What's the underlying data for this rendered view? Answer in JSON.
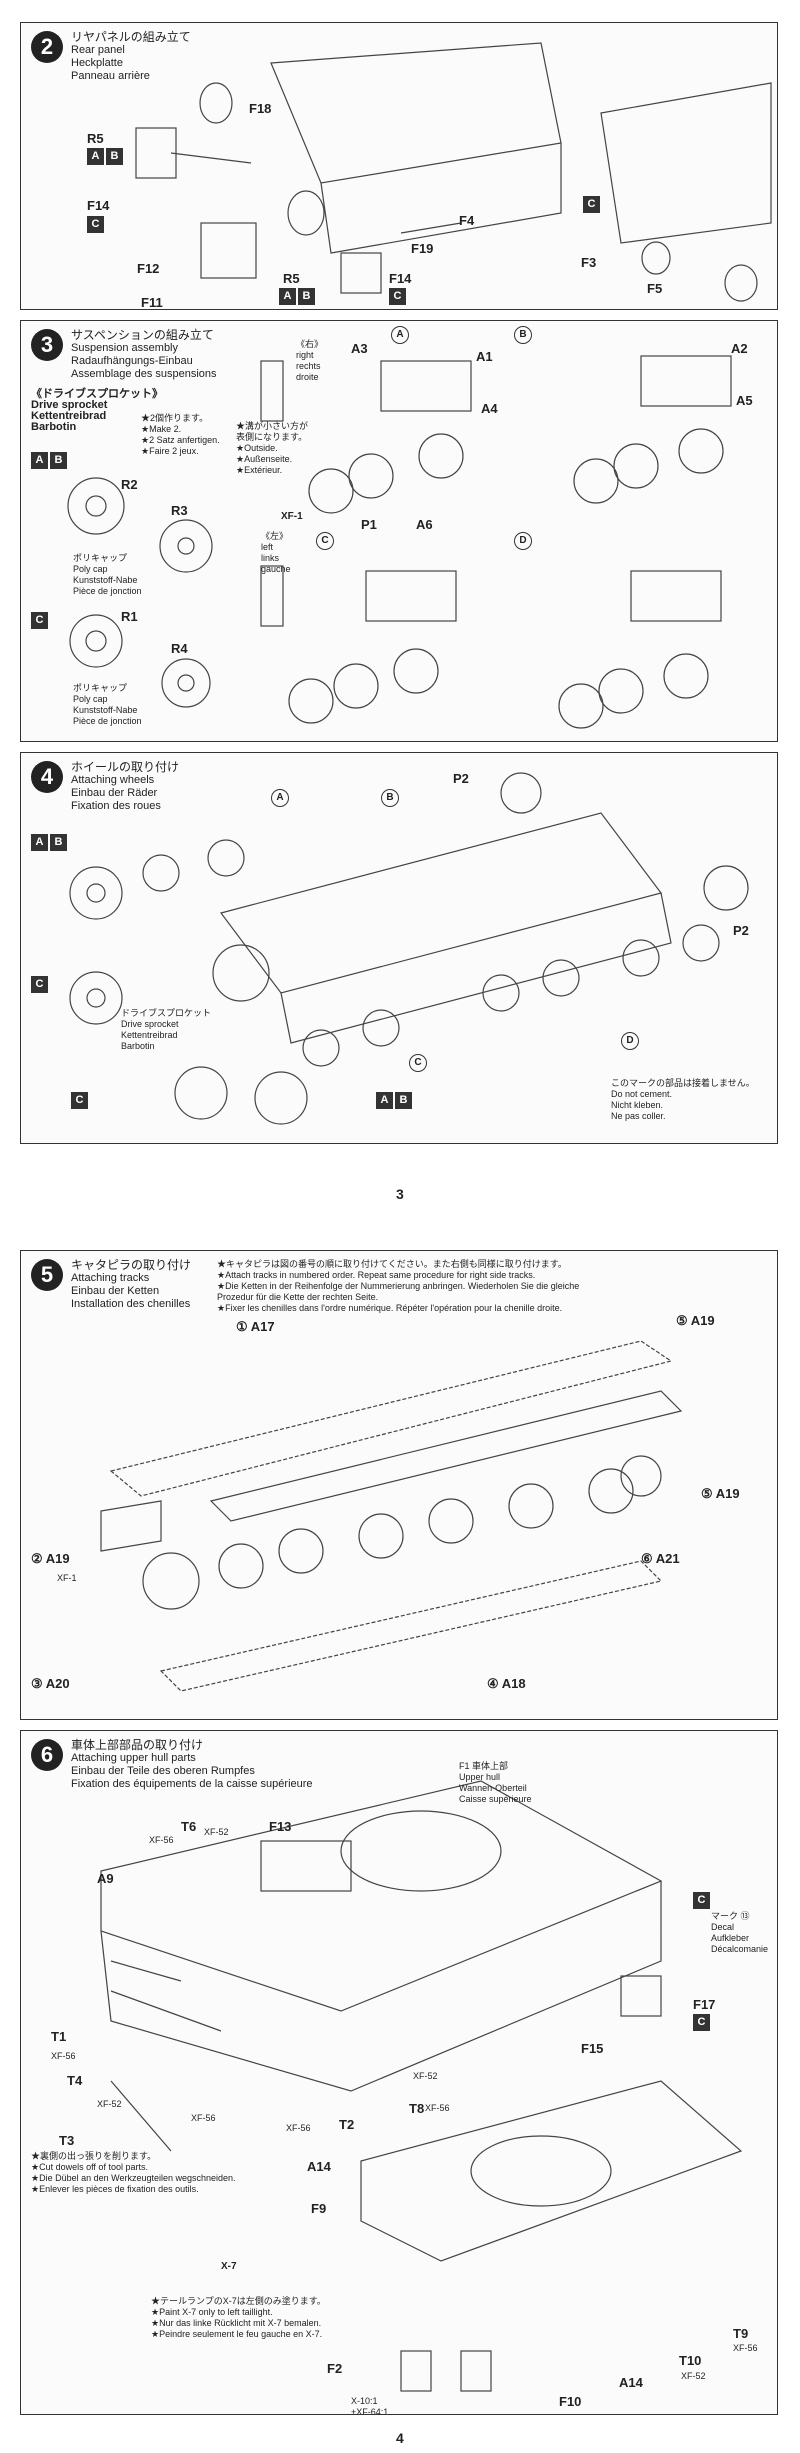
{
  "step2": {
    "num": "2",
    "jp": "リヤパネルの組み立て",
    "en": "Rear panel",
    "de": "Heckplatte",
    "fr": "Panneau arrière",
    "parts": [
      "R5",
      "F18",
      "F14",
      "F12",
      "F11",
      "R5",
      "F14",
      "F19",
      "F4",
      "F3",
      "F5"
    ],
    "boxes": {
      "ab1": [
        "A",
        "B"
      ],
      "c1": [
        "C"
      ],
      "ab2": [
        "A",
        "B"
      ],
      "c2": [
        "C"
      ],
      "c3": [
        "C"
      ]
    }
  },
  "step3": {
    "num": "3",
    "jp": "サスペンションの組み立て",
    "en": "Suspension assembly",
    "de": "Radaufhängungs-Einbau",
    "fr": "Assemblage des suspensions",
    "sprocket_jp": "《ドライブスプロケット》",
    "sprocket_en": "Drive sprocket",
    "sprocket_de": "Kettentreibrad",
    "sprocket_fr": "Barbotin",
    "make2": "★2個作ります。\n★Make 2.\n★2 Satz anfertigen.\n★Faire 2 jeux.",
    "right": "《右》\nright\nrechts\ndroite",
    "left": "《左》\nleft\nlinks\ngauche",
    "outside": "★溝が小さい方が\n表側になります。\n★Outside.\n★Außenseite.\n★Extérieur.",
    "polycap": "ポリキャップ\nPoly cap\nKunststoff-Nabe\nPièce de jonction",
    "parts": [
      "R2",
      "R3",
      "R1",
      "R4",
      "A3",
      "A1",
      "A4",
      "A2",
      "A5",
      "P1",
      "A6",
      "XF-1"
    ],
    "circled": [
      "A",
      "B",
      "C",
      "D"
    ]
  },
  "step4": {
    "num": "4",
    "jp": "ホイールの取り付け",
    "en": "Attaching wheels",
    "de": "Einbau der Räder",
    "fr": "Fixation des roues",
    "sprocket_note": "ドライブスプロケット\nDrive sprocket\nKettentreibrad\nBarbotin",
    "nocement": "このマークの部品は接着しません。\nDo not cement.\nNicht kleben.\nNe pas coller.",
    "parts": [
      "P2",
      "P2"
    ],
    "circled": [
      "A",
      "B",
      "C",
      "D"
    ]
  },
  "page3": "3",
  "step5": {
    "num": "5",
    "jp": "キャタピラの取り付け",
    "en": "Attaching tracks",
    "de": "Einbau der Ketten",
    "fr": "Installation des chenilles",
    "note": "★キャタピラは図の番号の順に取り付けてください。また右側も同様に取り付けます。\n★Attach tracks in numbered order. Repeat same procedure for right side tracks.\n★Die Ketten in der Reihenfolge der Nummerierung anbringen. Wiederholen Sie die gleiche\nProzedur für die Kette der rechten Seite.\n★Fixer les chenilles dans l'ordre numérique. Répéter l'opération pour la chenille droite.",
    "labels": [
      "① A17",
      "⑤ A19",
      "② A19",
      "⑤ A19",
      "⑥ A21",
      "③ A20",
      "④ A18"
    ],
    "paint": "XF-1"
  },
  "step6": {
    "num": "6",
    "jp": "車体上部部品の取り付け",
    "en": "Attaching upper hull parts",
    "de": "Einbau der Teile des oberen Rumpfes",
    "fr": "Fixation des équipements de la caisse supérieure",
    "f1": "F1 車体上部\nUpper hull\nWannen-Oberteil\nCaisse supérieure",
    "decal": "マーク ⑬\nDecal\nAufkleber\nDécalcomanie",
    "t3note": "★裏側の出っ張りを削ります。\n★Cut dowels off of tool parts.\n★Die Dübel an den Werkzeugteilen wegschneiden.\n★Enlever les pièces de fixation des outils.",
    "taillight": "★テールランプのX-7は左側のみ塗ります。\n★Paint X-7 only to left taillight.\n★Nur das linke Rücklicht mit X-7 bemalen.\n★Peindre seulement le feu gauche en X-7.",
    "mix": "X-10:1\n+XF-64:1",
    "parts": [
      "T6",
      "XF-56",
      "XF-52",
      "F13",
      "A9",
      "T1",
      "XF-56",
      "T4",
      "XF-52",
      "XF-56",
      "T3",
      "T2",
      "XF-56",
      "T8",
      "XF-56",
      "F15",
      "F17",
      "XF-52",
      "A14",
      "F9",
      "X-7",
      "F2",
      "F10",
      "A14",
      "T10",
      "XF-52",
      "T9",
      "XF-56"
    ]
  },
  "page4": "4"
}
